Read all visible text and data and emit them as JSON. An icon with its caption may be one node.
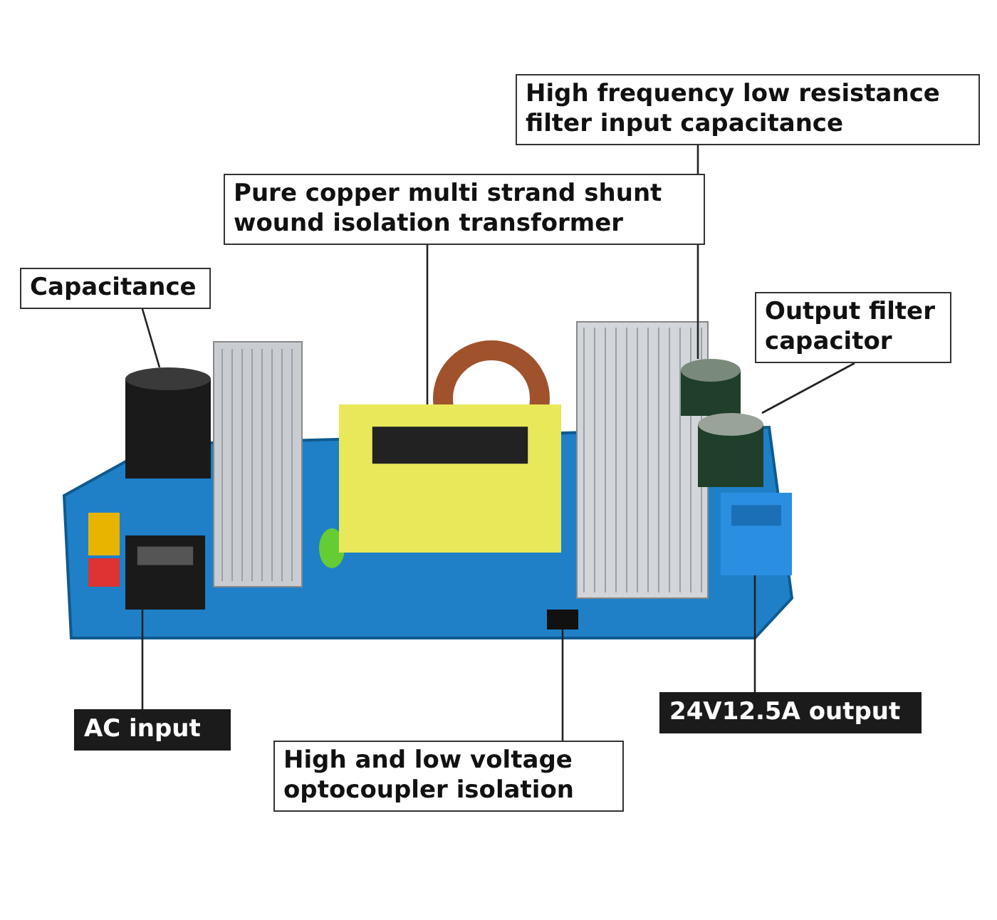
{
  "diagram": {
    "nodes": [
      {
        "text": [
          "High frequency low resistance filter input capacitance"
        ]
      },
      {
        "text": [
          "Pure copper multi strand shunt wound isolation transformer"
        ]
      },
      {
        "text": [
          "Capacitance"
        ]
      },
      {
        "text": [
          "Output filter capacitor"
        ]
      },
      {
        "text": [
          "AC input"
        ]
      },
      {
        "text": [
          "High and low voltage optocoupler isolation"
        ]
      },
      {
        "text": [
          "24V12.5A output"
        ]
      },
      {
        "text": [],
        "shape": "cylinder"
      },
      {
        "text": [],
        "shape": "box"
      },
      {
        "text": [],
        "shape": "cylinder"
      },
      {
        "text": [],
        "shape": "cylinder"
      },
      {
        "text": [],
        "shape": "box"
      },
      {
        "text": [],
        "shape": "box"
      },
      {
        "text": [],
        "shape": "box"
      }
    ],
    "edges": [
      {
        "from": 0,
        "to": 9,
        "arrow": "none"
      },
      {
        "from": 1,
        "to": 8,
        "arrow": "none"
      },
      {
        "from": 2,
        "to": 7,
        "arrow": "none"
      },
      {
        "from": 3,
        "to": 10,
        "arrow": "none"
      },
      {
        "from": 4,
        "to": 11,
        "arrow": "none"
      },
      {
        "from": 5,
        "to": 12,
        "arrow": "none"
      },
      {
        "from": 6,
        "to": 13,
        "arrow": "none"
      }
    ]
  }
}
